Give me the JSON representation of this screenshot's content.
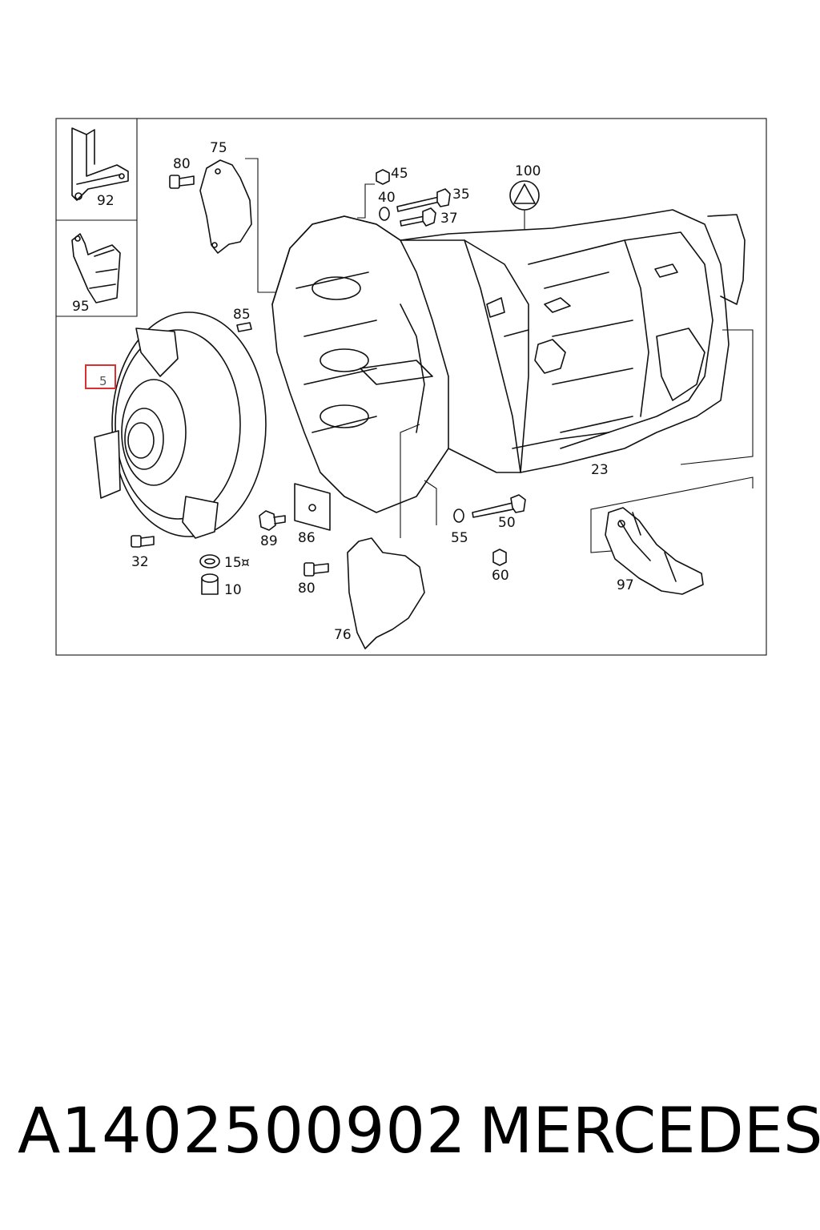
{
  "diagram": {
    "callouts": {
      "c92": "92",
      "c95": "95",
      "c80a": "80",
      "c75": "75",
      "c85": "85",
      "c45": "45",
      "c40": "40",
      "c35": "35",
      "c37": "37",
      "c100": "100",
      "c5": "5",
      "c23": "23",
      "c32": "32",
      "c15": "15",
      "c15_mark": "¤",
      "c10": "10",
      "c89": "89",
      "c86": "86",
      "c80b": "80",
      "c76": "76",
      "c55": "55",
      "c50": "50",
      "c60": "60",
      "c97": "97"
    },
    "highlight_color": "#d93030"
  },
  "caption": {
    "part_number": "A1402500902",
    "brand": "MERCEDES"
  }
}
